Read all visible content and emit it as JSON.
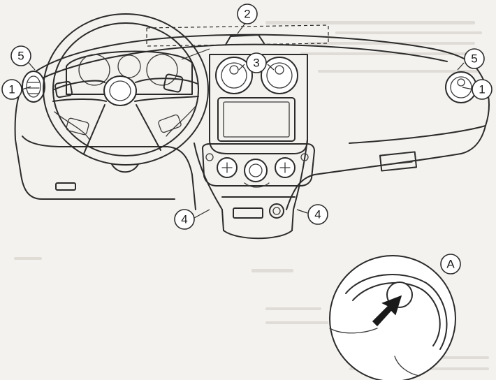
{
  "callouts": {
    "c1_left": "1",
    "c1_right": "1",
    "c2": "2",
    "c3": "3",
    "c4_left": "4",
    "c4_right": "4",
    "c5_left": "5",
    "c5_right": "5",
    "detail": "A"
  },
  "colors": {
    "line": "#2b2b2b",
    "paper": "#f4f2ee",
    "arrow": "#1a1a1a"
  }
}
